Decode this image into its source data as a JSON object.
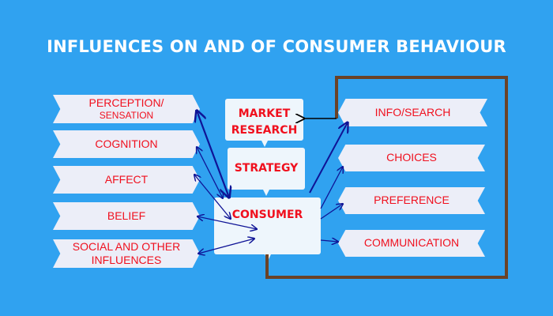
{
  "title": "INFLUENCES ON AND OF CONSUMER BEHAVIOUR",
  "left_factors": [
    {
      "line1": "PERCEPTION/",
      "line2": "SENSATION"
    },
    {
      "line1": "COGNITION"
    },
    {
      "line1": "AFFECT"
    },
    {
      "line1": "BELIEF"
    },
    {
      "line1": "SOCIAL AND OTHER",
      "line2": "INFLUENCES"
    }
  ],
  "center": {
    "market_research_1": "MARKET",
    "market_research_2": "RESEARCH",
    "strategy": "STRATEGY",
    "consumer": "CONSUMER"
  },
  "right_outputs": [
    "INFO/SEARCH",
    "CHOICES",
    "PREFERENCE",
    "COMMUNICATION"
  ],
  "colors": {
    "background": "#30a2f0",
    "text": "#f0101e",
    "arrows": "#0f1496",
    "loop": "#6b4226"
  }
}
